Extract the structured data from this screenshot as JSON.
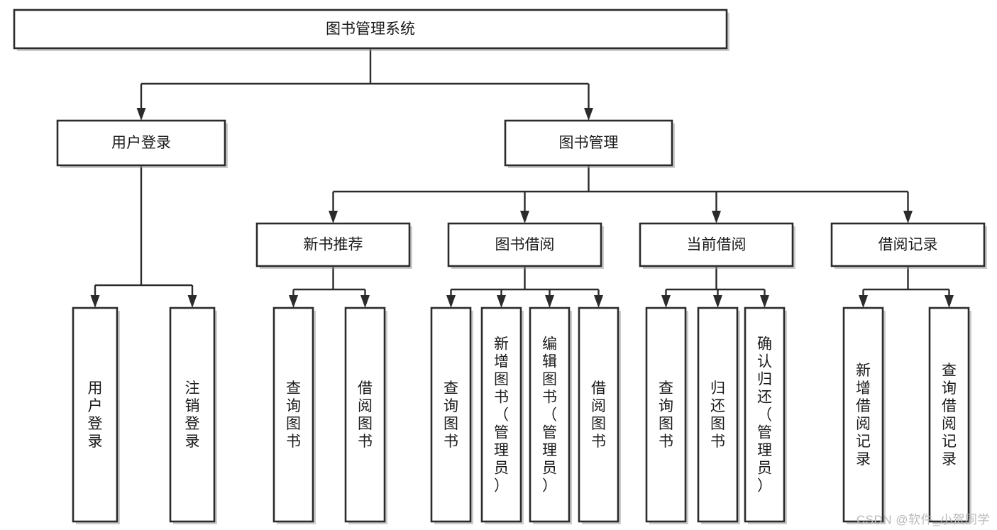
{
  "diagram": {
    "type": "tree",
    "title": "图书管理系统",
    "orientation": "top-down",
    "colors": {
      "box_stroke": "#2b2b2b",
      "box_fill": "#ffffff",
      "connector": "#2b2b2b",
      "text": "#1a1a1a",
      "watermark": "#b9b9b9",
      "background": "#ffffff"
    },
    "root": {
      "id": "root",
      "label": "图书管理系统",
      "orientation": "horizontal"
    },
    "level2": [
      {
        "id": "user-login",
        "label": "用户登录",
        "orientation": "horizontal"
      },
      {
        "id": "book-management",
        "label": "图书管理",
        "orientation": "horizontal"
      }
    ],
    "level3": [
      {
        "id": "new-book-recommend",
        "label": "新书推荐",
        "orientation": "horizontal",
        "parent": "book-management"
      },
      {
        "id": "book-borrow",
        "label": "图书借阅",
        "orientation": "horizontal",
        "parent": "book-management"
      },
      {
        "id": "current-borrow",
        "label": "当前借阅",
        "orientation": "horizontal",
        "parent": "book-management"
      },
      {
        "id": "borrow-record",
        "label": "借阅记录",
        "orientation": "horizontal",
        "parent": "book-management"
      }
    ],
    "leaves": [
      {
        "id": "leaf-user-login",
        "label": "用户登录",
        "orientation": "vertical",
        "parent": "user-login"
      },
      {
        "id": "leaf-user-logout",
        "label": "注销登录",
        "orientation": "vertical",
        "parent": "user-login"
      },
      {
        "id": "leaf-query-book-1",
        "label": "查询图书",
        "orientation": "vertical",
        "parent": "new-book-recommend"
      },
      {
        "id": "leaf-borrow-book-1",
        "label": "借阅图书",
        "orientation": "vertical",
        "parent": "new-book-recommend"
      },
      {
        "id": "leaf-query-book-2",
        "label": "查询图书",
        "orientation": "vertical",
        "parent": "book-borrow"
      },
      {
        "id": "leaf-add-book",
        "label": "新增图书（管理员）",
        "orientation": "vertical",
        "parent": "book-borrow"
      },
      {
        "id": "leaf-edit-book",
        "label": "编辑图书（管理员）",
        "orientation": "vertical",
        "parent": "book-borrow"
      },
      {
        "id": "leaf-borrow-book-2",
        "label": "借阅图书",
        "orientation": "vertical",
        "parent": "book-borrow"
      },
      {
        "id": "leaf-query-book-3",
        "label": "查询图书",
        "orientation": "vertical",
        "parent": "current-borrow"
      },
      {
        "id": "leaf-return-book",
        "label": "归还图书",
        "orientation": "vertical",
        "parent": "current-borrow"
      },
      {
        "id": "leaf-confirm-return",
        "label": "确认归还（管理员）",
        "orientation": "vertical",
        "parent": "current-borrow"
      },
      {
        "id": "leaf-add-record",
        "label": "新增借阅记录",
        "orientation": "vertical",
        "parent": "borrow-record"
      },
      {
        "id": "leaf-query-record",
        "label": "查询借阅记录",
        "orientation": "vertical",
        "parent": "borrow-record"
      }
    ]
  },
  "watermark": {
    "text": "CSDN @软件_小贺同学"
  }
}
